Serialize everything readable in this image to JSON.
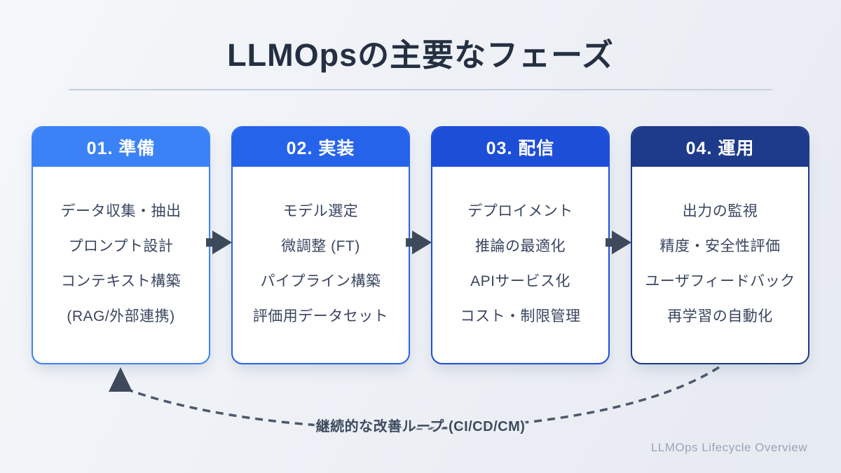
{
  "page": {
    "title": "LLMOpsの主要なフェーズ",
    "footer": "LLMOps Lifecycle Overview"
  },
  "colors": {
    "title_text": "#243042",
    "phase1_accent": "#3b82f6",
    "phase2_accent": "#2563eb",
    "phase3_accent": "#1d4ed8",
    "phase4_accent": "#1e3a8a",
    "flow_arrow": "#3d4a5c",
    "loop_dash": "#4b586c",
    "item_text": "#3a4660",
    "footer_text": "#9aa5b8"
  },
  "phases": [
    {
      "title": "01. 準備",
      "items": [
        "データ収集・抽出",
        "プロンプト設計",
        "コンテキスト構築",
        "(RAG/外部連携)"
      ]
    },
    {
      "title": "02. 実装",
      "items": [
        "モデル選定",
        "微調整 (FT)",
        "パイプライン構築",
        "評価用データセット"
      ]
    },
    {
      "title": "03. 配信",
      "items": [
        "デプロイメント",
        "推論の最適化",
        "APIサービス化",
        "コスト・制限管理"
      ]
    },
    {
      "title": "04. 運用",
      "items": [
        "出力の監視",
        "精度・安全性評価",
        "ユーザフィードバック",
        "再学習の自動化"
      ]
    }
  ],
  "loop": {
    "label": "継続的な改善ループ (CI/CD/CM)"
  }
}
